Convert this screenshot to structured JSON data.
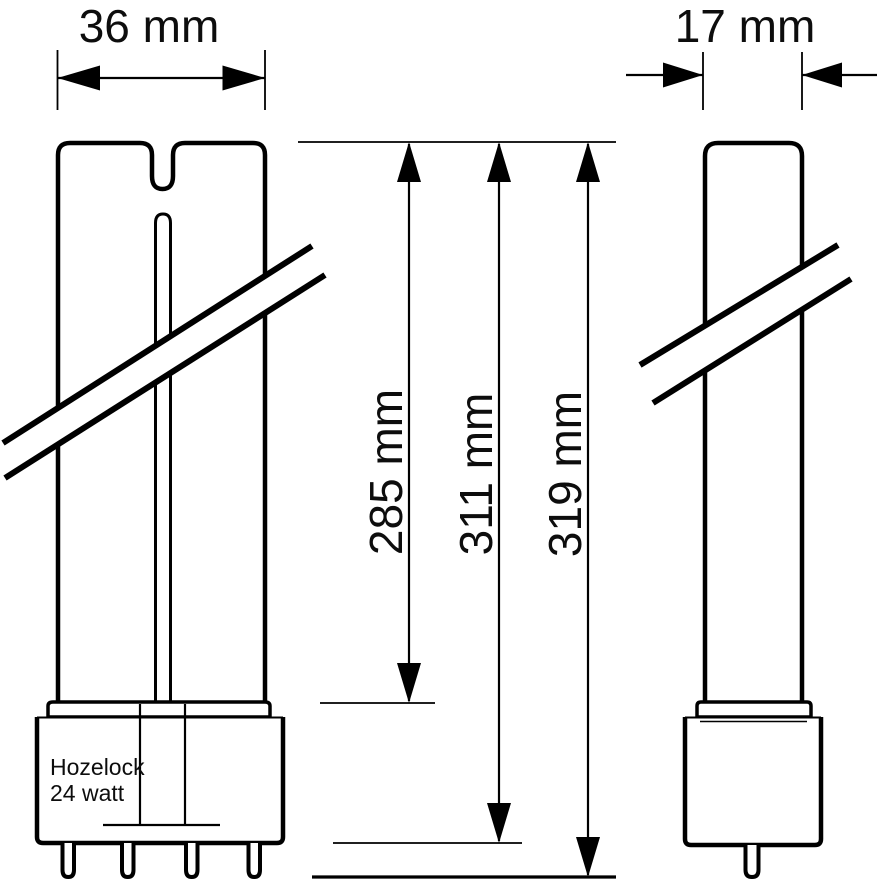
{
  "diagram": {
    "front_view": {
      "width_label": "36 mm",
      "base_text_line1": "Hozelock",
      "base_text_line2": "24 watt"
    },
    "side_view": {
      "width_label": "17 mm"
    },
    "height_dimensions": [
      {
        "label": "285 mm"
      },
      {
        "label": "311 mm"
      },
      {
        "label": "319 mm"
      }
    ],
    "colors": {
      "line": "#000000",
      "text": "#0d0d0d",
      "background": "#ffffff"
    }
  }
}
